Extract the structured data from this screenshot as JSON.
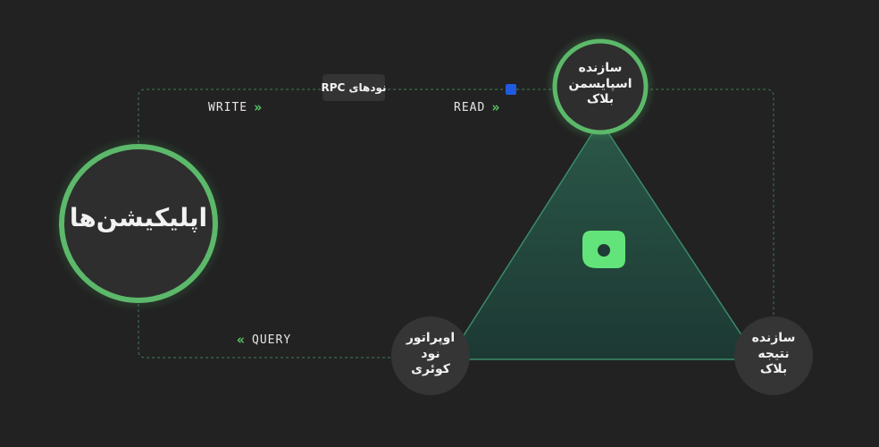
{
  "nodes": {
    "applications": "اپلیکیشن‌ها",
    "spacemaker_line1": "سازنده",
    "spacemaker_line2": "اسپایسمن",
    "spacemaker_line3": "بلاک",
    "operator_line1": "اوپراتور",
    "operator_line2": "نود",
    "operator_line3": "کوئری",
    "result_line1": "سازنده",
    "result_line2": "نتیجه",
    "result_line3": "بلاک"
  },
  "rpc_label": "نودهای RPC",
  "flows": {
    "write": "WRITE",
    "read": "READ",
    "query": "QUERY"
  },
  "colors": {
    "background": "#222222",
    "accent_green": "#5bd36a",
    "logo_green": "#63e47a",
    "triangle_fill": "#1f3b35",
    "marker_blue": "#1f5be0"
  }
}
